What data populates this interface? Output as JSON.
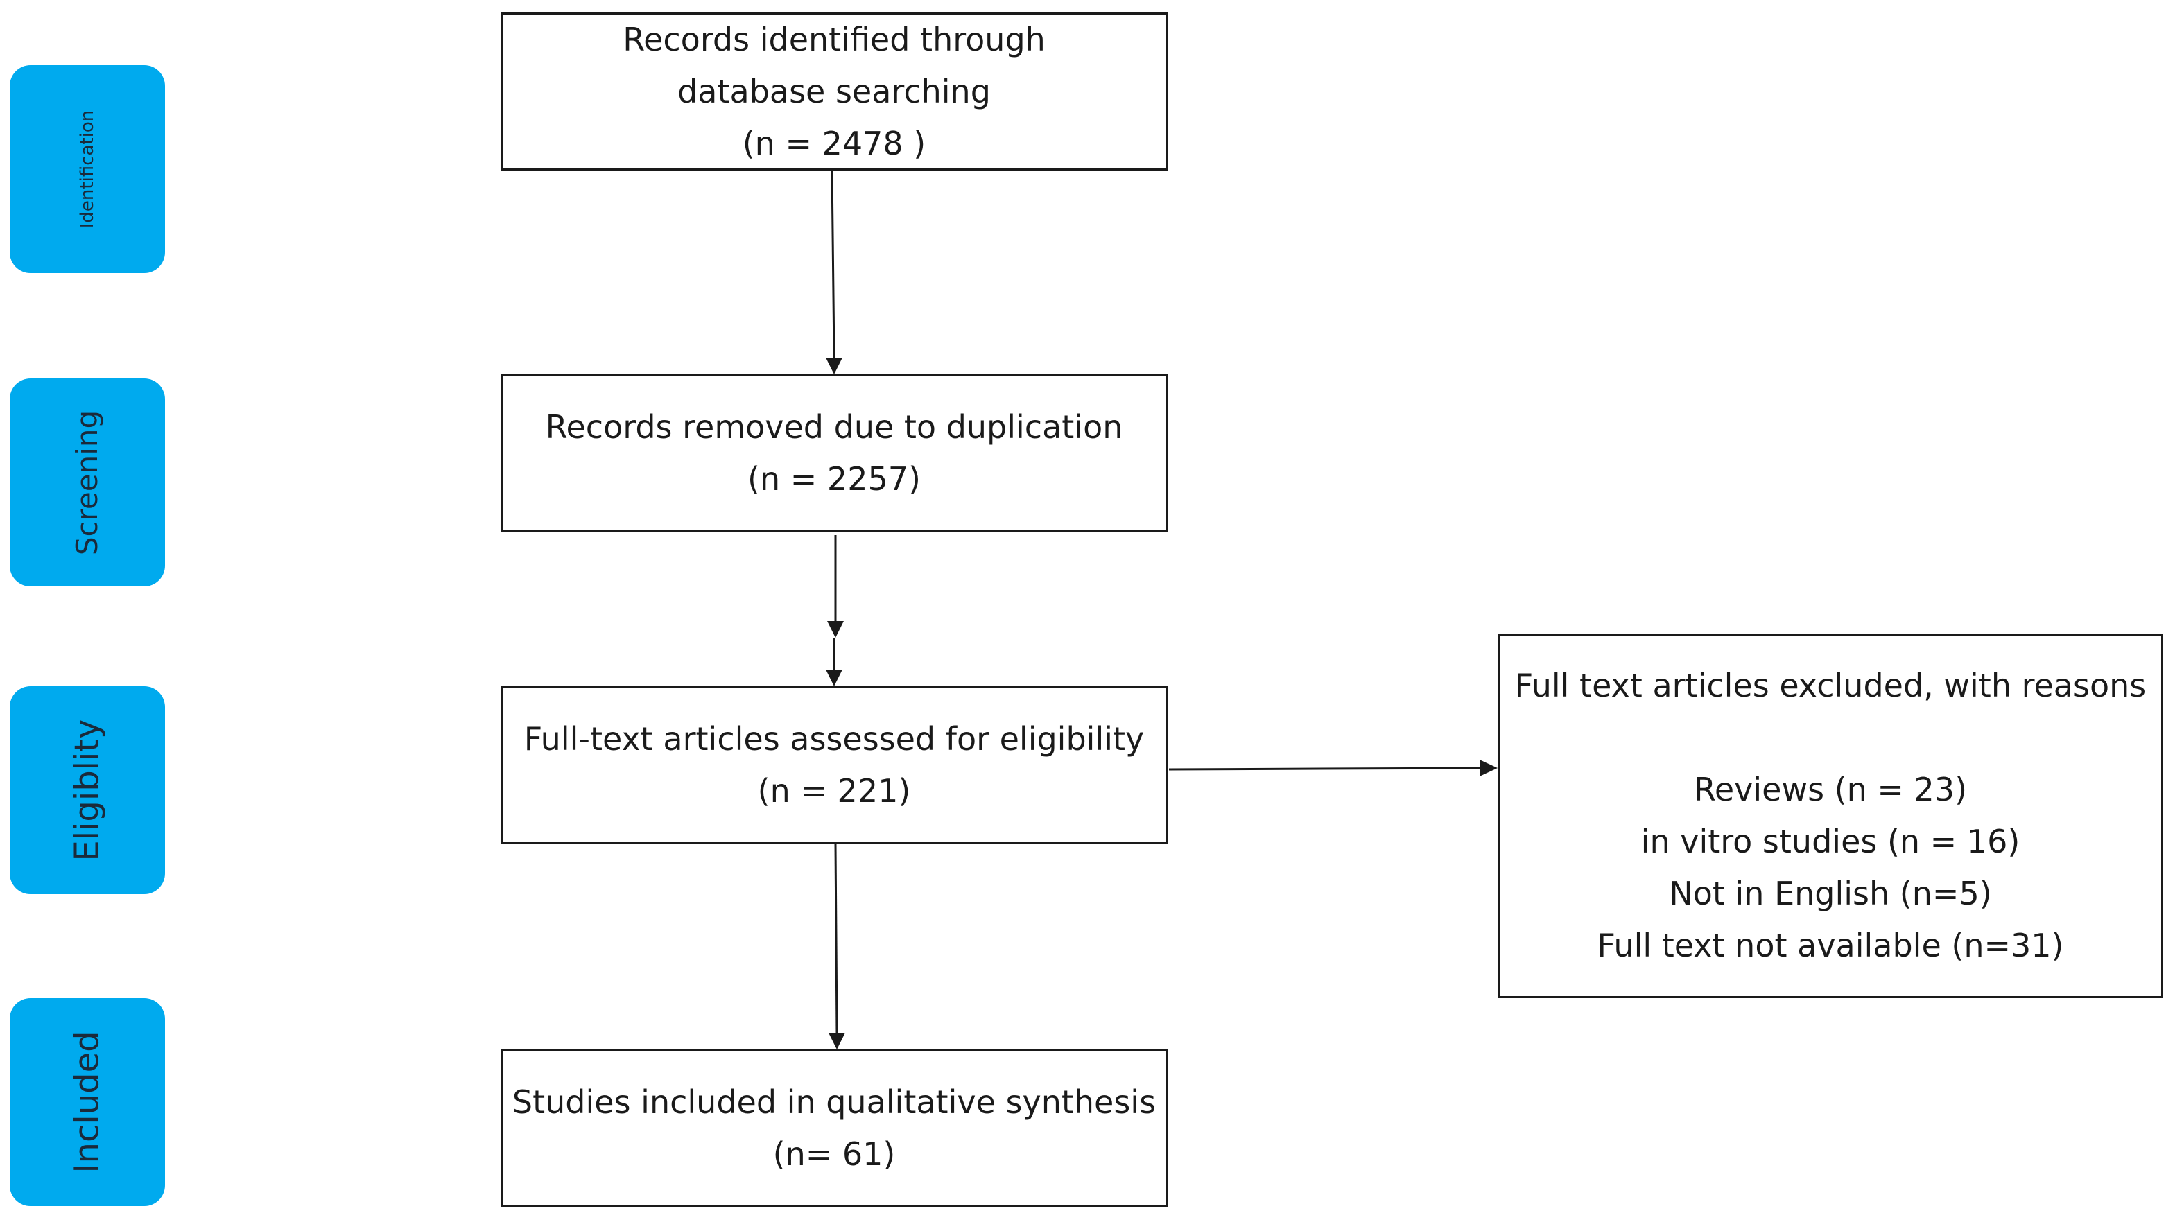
{
  "stages": {
    "identification": "Identification",
    "screening": "Screening",
    "eligibility": "Eligiblity",
    "included": "Included"
  },
  "boxes": {
    "identified": {
      "line1": "Records identified through",
      "line2": "database searching",
      "count": "(n = 2478 )"
    },
    "duplicates": {
      "line1": "Records removed due to duplication",
      "count": "(n = 2257)"
    },
    "assessed": {
      "line1": "Full-text articles assessed for eligibility",
      "count": "(n = 221)"
    },
    "included": {
      "line1": "Studies included in qualitative synthesis",
      "count": "(n= 61)"
    },
    "excluded": {
      "title": "Full text articles excluded, with reasons",
      "reasons": [
        "Reviews (n = 23)",
        "in vitro studies (n = 16)",
        "Not in English (n=5)",
        "Full text not available (n=31)"
      ]
    }
  },
  "colors": {
    "stage_fill": "#00aaee",
    "stroke": "#1a1a1a"
  }
}
